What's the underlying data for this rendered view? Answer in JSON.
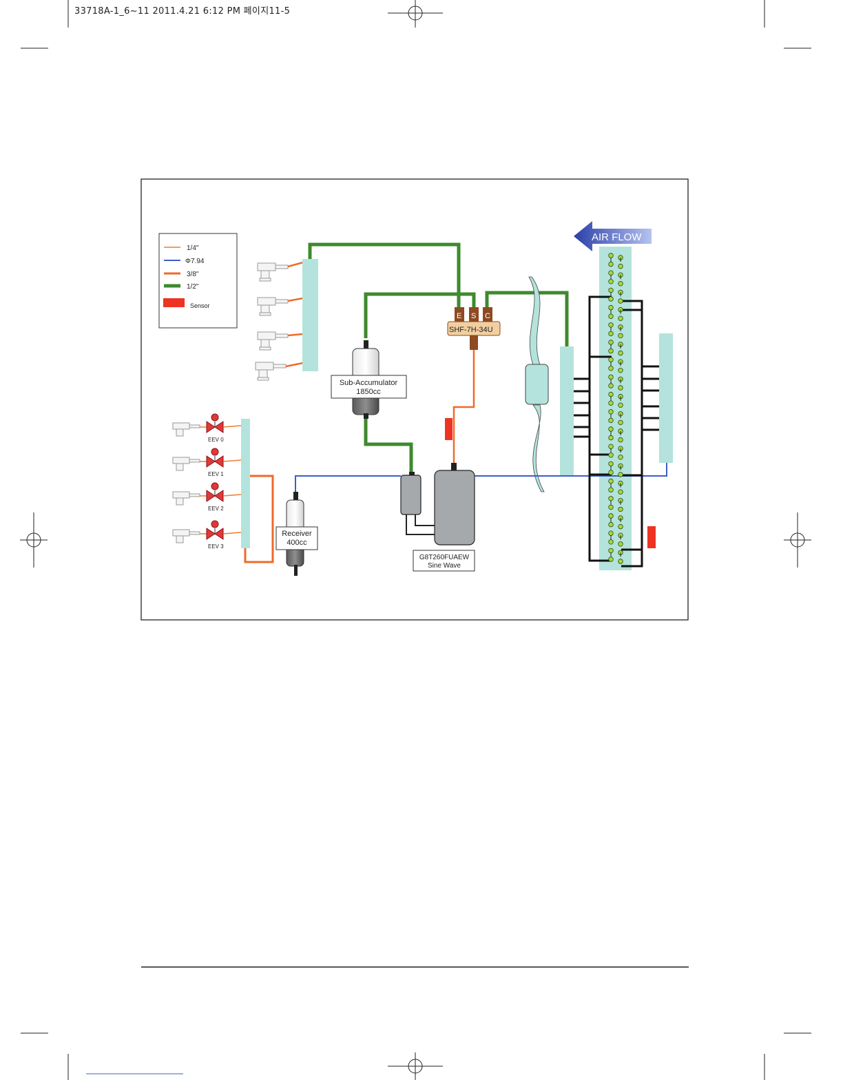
{
  "print_header": "33718A-1_6~11  2011.4.21 6:12 PM 페이지11-5",
  "legend": {
    "items": [
      {
        "label": "1/4\"",
        "color": "#f07a2c"
      },
      {
        "label": "Φ7.94",
        "color": "#3b5fc9"
      },
      {
        "label": "3/8\"",
        "color": "#ee6a2a"
      },
      {
        "label": "1/2\"",
        "color": "#3e8a2e"
      },
      {
        "label": "Sensor",
        "color": "#ee3322"
      }
    ]
  },
  "air_flow_label": "AIR FLOW",
  "valve_block": {
    "name": "SHF-7H-34U",
    "ports": [
      "E",
      "S",
      "C"
    ]
  },
  "sub_accumulator": {
    "line1": "Sub-Accumulator",
    "line2": "1850cc"
  },
  "receiver": {
    "line1": "Receiver",
    "line2": "400cc"
  },
  "compressor": {
    "line1": "G8T260FUAEW",
    "line2": "Sine Wave"
  },
  "eev_labels": [
    "EEV 0",
    "EEV 1",
    "EEV 2",
    "EEV 3"
  ],
  "colors": {
    "pipe_quarter": "#f07a2c",
    "pipe_794": "#3b5fc9",
    "pipe_38": "#ee6a2a",
    "pipe_half": "#3e8a2e",
    "header": "#b3e3dc",
    "sensor": "#ee3322",
    "coil_dot": "#a8d83a",
    "compressor": "#a5a9ab",
    "valve": "#e2383a",
    "valve_block": "#f1cfa0",
    "arrow": "#3553b9"
  }
}
